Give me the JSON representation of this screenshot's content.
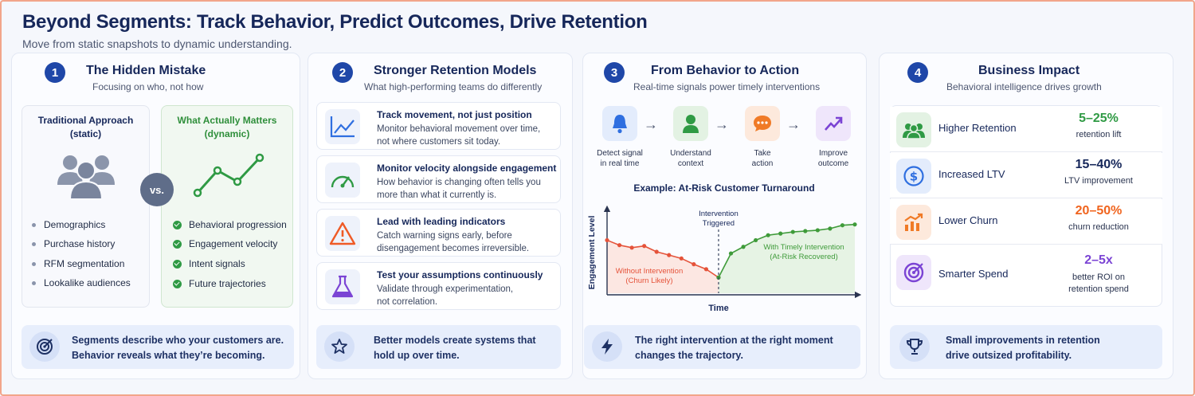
{
  "header": {
    "title": "Beyond Segments: Track Behavior, Predict Outcomes, Drive Retention",
    "subtitle": "Move from static snapshots to dynamic understanding."
  },
  "panels": [
    {
      "number": "1",
      "title": "The Hidden Mistake",
      "subtitle": "Focusing on who, not how",
      "left_head": [
        "Traditional Approach",
        "(static)"
      ],
      "right_head": [
        "What Actually Matters",
        "(dynamic)"
      ],
      "vs": "vs.",
      "left_items": [
        "Demographics",
        "Purchase history",
        "RFM segmentation",
        "Lookalike audiences"
      ],
      "right_items": [
        "Behavioral progression",
        "Engagement velocity",
        "Intent signals",
        "Future trajectories"
      ],
      "footer": [
        "Segments describe who your customers are.",
        "Behavior reveals what they’re becoming."
      ]
    },
    {
      "number": "2",
      "title": "Stronger Retention Models",
      "subtitle": "What high-performing teams do differently",
      "cards": [
        {
          "title": "Track movement, not just position",
          "desc": [
            "Monitor behavioral movement over time,",
            "not where customers sit today."
          ],
          "icon": "line-chart-icon"
        },
        {
          "title": "Monitor velocity alongside engagement",
          "desc": [
            "How behavior is changing often tells you",
            "more than what it currently is."
          ],
          "icon": "speedometer-icon"
        },
        {
          "title": "Lead with leading indicators",
          "desc": [
            "Catch warning signs early, before",
            "disengagement becomes irreversible."
          ],
          "icon": "warning-icon"
        },
        {
          "title": "Test your assumptions continuously",
          "desc": [
            "Validate through experimentation,",
            "not correlation."
          ],
          "icon": "flask-icon"
        }
      ],
      "footer": [
        "Better models create systems that",
        "hold up over time."
      ]
    },
    {
      "number": "3",
      "title": "From Behavior to Action",
      "subtitle": "Real-time signals power timely interventions",
      "steps": [
        {
          "label": [
            "Detect signal",
            "in real time"
          ],
          "icon": "bell-icon",
          "color": "#2f6fe0"
        },
        {
          "label": [
            "Understand",
            "context"
          ],
          "icon": "person-icon",
          "color": "#2f9a44"
        },
        {
          "label": [
            "Take",
            "action"
          ],
          "icon": "chat-icon",
          "color": "#f07a26"
        },
        {
          "label": [
            "Improve",
            "outcome"
          ],
          "icon": "trend-up-icon",
          "color": "#7b44d4"
        }
      ],
      "footer": [
        "The right intervention at the right moment",
        "changes the trajectory."
      ]
    },
    {
      "number": "4",
      "title": "Business Impact",
      "subtitle": "Behavioral intelligence drives growth",
      "metrics": [
        {
          "label": "Higher Retention",
          "value": "5–25%",
          "desc": [
            "retention lift"
          ],
          "color": "#2f9a44",
          "icon": "people-icon"
        },
        {
          "label": "Increased LTV",
          "value": "15–40%",
          "desc": [
            "LTV improvement"
          ],
          "color": "#16275a",
          "icon": "dollar-icon"
        },
        {
          "label": "Lower Churn",
          "value": "20–50%",
          "desc": [
            "churn reduction"
          ],
          "color": "#f0641e",
          "icon": "bar-trend-icon"
        },
        {
          "label": "Smarter Spend",
          "value": "2–5x",
          "desc": [
            "better ROI on",
            "retention spend"
          ],
          "color": "#7b44d4",
          "icon": "target-icon"
        }
      ],
      "footer": [
        "Small improvements in retention",
        "drive outsized profitability."
      ]
    }
  ],
  "chart_data": {
    "type": "line",
    "title": "Example: At-Risk Customer Turnaround",
    "xlabel": "Time",
    "ylabel": "Engagement Level",
    "annotation": [
      "Intervention",
      "Triggered"
    ],
    "series": [
      {
        "name": "Without Intervention (Churn Likely)",
        "label": [
          "Without Intervention",
          "(Churn Likely)"
        ],
        "color": "#e5533a",
        "x": [
          0,
          1,
          2,
          3,
          4,
          5,
          6,
          7,
          8,
          9
        ],
        "values": [
          64,
          58,
          55,
          57,
          50,
          46,
          42,
          35,
          29,
          19
        ]
      },
      {
        "name": "With Timely Intervention (At-Risk Recovered)",
        "label": [
          "With Timely Intervention",
          "(At-Risk Recovered)"
        ],
        "color": "#3f9b3a",
        "x": [
          9,
          10,
          11,
          12,
          13,
          14,
          15,
          16,
          17,
          18,
          19,
          20
        ],
        "values": [
          19,
          48,
          56,
          64,
          70,
          72,
          74,
          75,
          76,
          78,
          82,
          83
        ]
      }
    ],
    "intervention_x": 9,
    "xlim": [
      0,
      20
    ],
    "ylim": [
      0,
      100
    ]
  }
}
